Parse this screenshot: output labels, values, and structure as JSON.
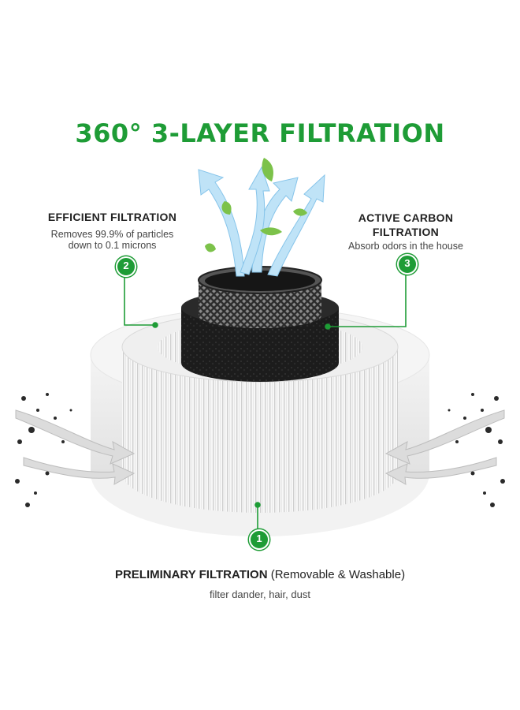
{
  "title": "360° 3-LAYER FILTRATION",
  "layers": {
    "efficient": {
      "badge": "2",
      "heading": "EFFICIENT FILTRATION",
      "line1": "Removes 99.9% of particles",
      "line2": "down to 0.1 microns"
    },
    "carbon": {
      "badge": "3",
      "heading_line1": "ACTIVE CARBON",
      "heading_line2": "FILTRATION",
      "desc": "Absorb odors in the house"
    },
    "preliminary": {
      "badge": "1",
      "heading_bold": "PRELIMINARY FILTRATION",
      "heading_rest": " (Removable & Washable)",
      "desc": "filter dander, hair, dust"
    }
  },
  "colors": {
    "accent": "#1e9c36",
    "air": "#9fd4f3",
    "leaf": "#7cc24a",
    "carbon": "#1a1a1a"
  },
  "icons": [
    "air-flow-arrows",
    "leaf-icon",
    "dust-particles"
  ]
}
